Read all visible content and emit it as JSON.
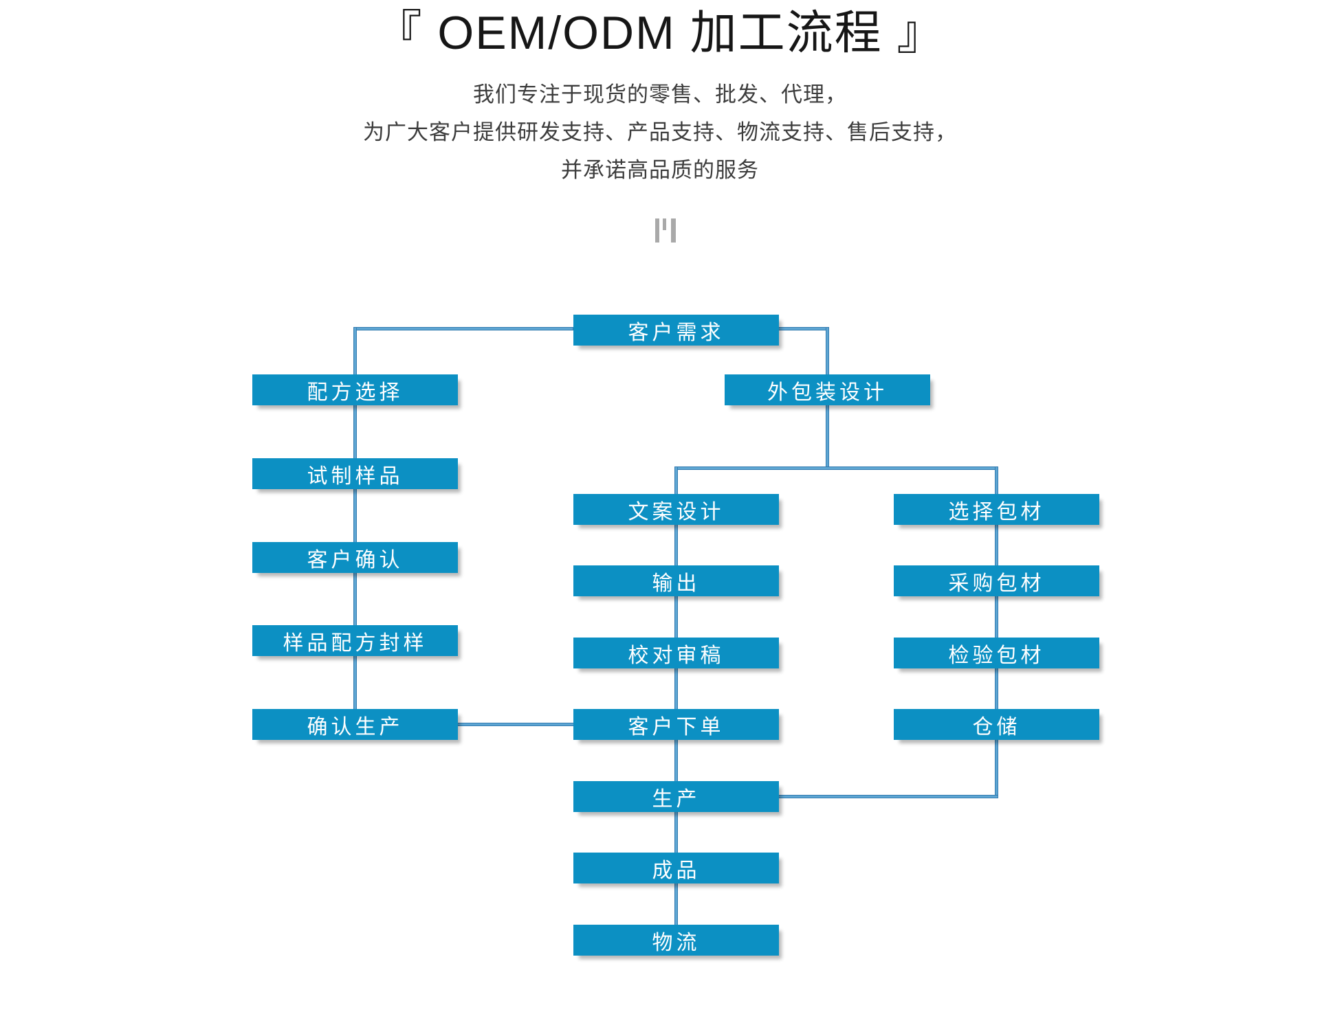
{
  "header": {
    "title": "『 OEM/ODM  加工流程 』",
    "subtitle_lines": [
      "我们专注于现货的零售、批发、代理，",
      "为广大客户提供研发支持、产品支持、物流支持、售后支持，",
      "并承诺高品质的服务"
    ]
  },
  "colors": {
    "box": "#0c90c3",
    "line_fill": "#5ea6d3",
    "line_edge": "#337bb0",
    "title_text": "#161616",
    "subtitle_text": "#3c3c3c",
    "node_text": "#ffffff",
    "mark": "#a9a9a9"
  },
  "flowchart": {
    "nodes": {
      "customer_needs": "客户需求",
      "formula_selection": "配方选择",
      "trial_sample": "试制样品",
      "customer_confirm": "客户确认",
      "sample_formula_seal": "样品配方封样",
      "confirm_production": "确认生产",
      "packaging_design": "外包装设计",
      "copy_design": "文案设计",
      "output": "输出",
      "proofreading": "校对审稿",
      "customer_order": "客户下单",
      "production": "生产",
      "finished_product": "成品",
      "logistics": "物流",
      "select_packaging": "选择包材",
      "purchase_packaging": "采购包材",
      "inspect_packaging": "检验包材",
      "warehousing": "仓储"
    }
  }
}
